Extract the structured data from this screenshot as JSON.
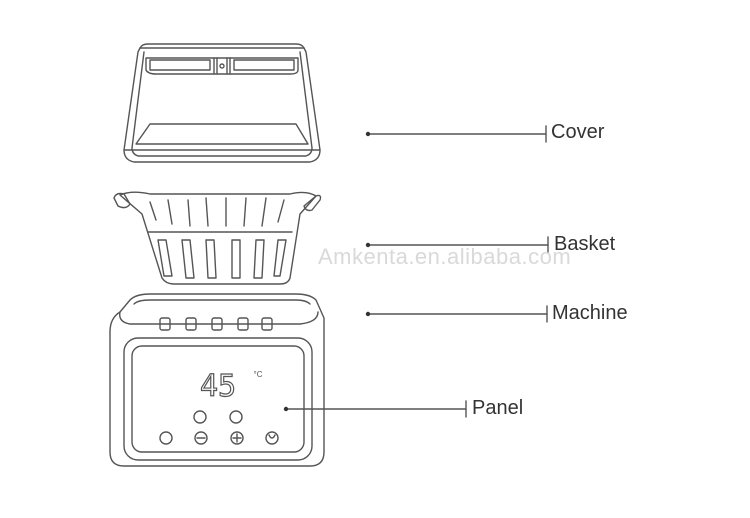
{
  "labels": {
    "cover": "Cover",
    "basket": "Basket",
    "machine": "Machine",
    "panel": "Panel"
  },
  "display": {
    "temperature": "45",
    "unit": "°C"
  },
  "watermark": "Amkenta.en.alibaba.com",
  "colors": {
    "line": "#555555",
    "watermark": "#d9d9d9",
    "background": "#ffffff"
  }
}
